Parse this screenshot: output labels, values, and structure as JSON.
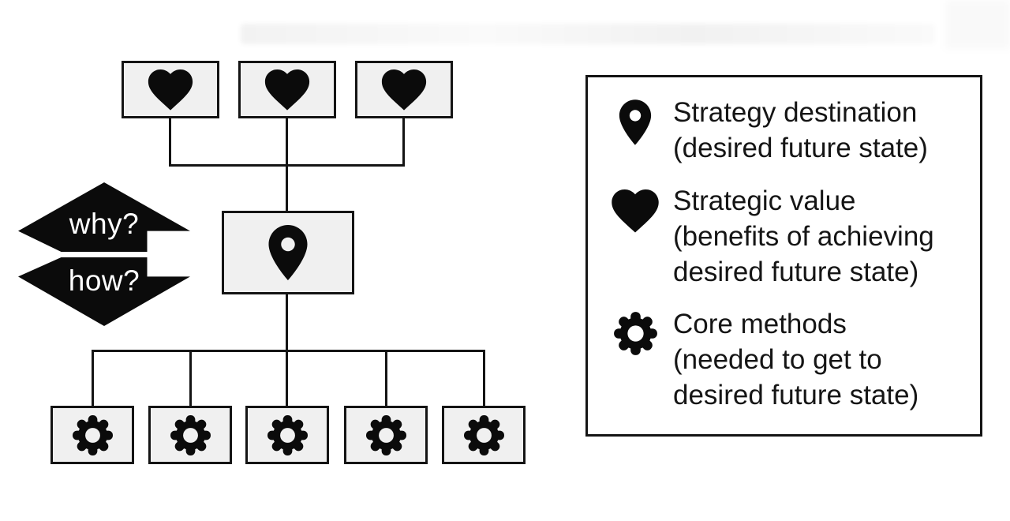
{
  "colors": {
    "background": "#ffffff",
    "ink": "#141414",
    "node_fill": "#f0f0f0",
    "arrow_fill": "#0b0b0b",
    "arrow_text": "#ffffff"
  },
  "arrows": {
    "up_label": "why?",
    "down_label": "how?"
  },
  "diagram": {
    "top_row": {
      "icon": "heart-icon",
      "count": 3
    },
    "middle": {
      "icon": "pin-icon",
      "count": 1
    },
    "bottom_row": {
      "icon": "gear-icon",
      "count": 5
    }
  },
  "legend": {
    "items": [
      {
        "icon": "pin-icon",
        "lines": [
          "Strategy destination",
          "(desired future state)"
        ]
      },
      {
        "icon": "heart-icon",
        "lines": [
          "Strategic value",
          "(benefits of achieving",
          "desired future state)"
        ]
      },
      {
        "icon": "gear-icon",
        "lines": [
          "Core methods",
          "(needed to get to",
          "desired future state)"
        ]
      }
    ]
  }
}
